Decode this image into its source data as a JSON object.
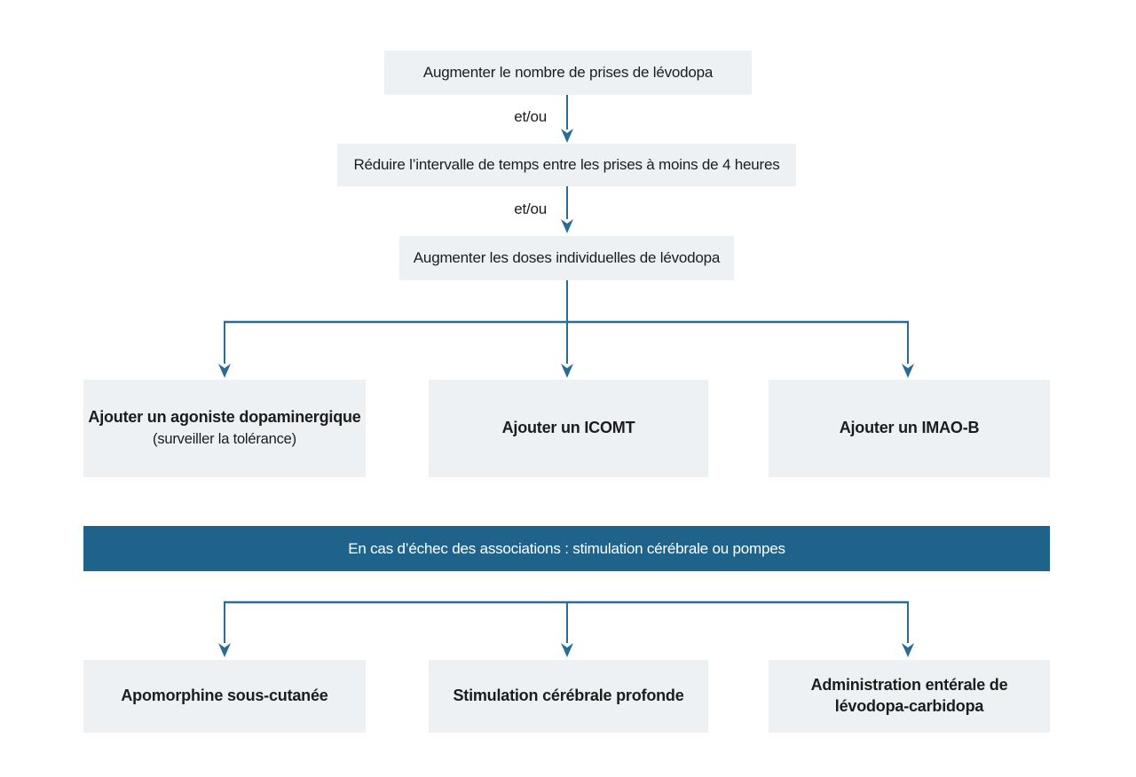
{
  "palette": {
    "background": "#ffffff",
    "box_fill": "#edf1f4",
    "banner_fill": "#20638a",
    "connector": "#2a6c93",
    "text": "#1c1c1c",
    "banner_text": "#ffffff"
  },
  "flow": {
    "step1": "Augmenter le nombre de prises de lévodopa",
    "operator1": "et/ou",
    "step2": "Réduire l’intervalle de temps entre les prises à moins de 4 heures",
    "operator2": "et/ou",
    "step3": "Augmenter les doses individuelles de lévodopa",
    "options": [
      {
        "title": "Ajouter un agoniste dopaminergique",
        "note": "(surveiller la tolérance)"
      },
      {
        "title": "Ajouter un ICOMT"
      },
      {
        "title": "Ajouter un IMAO-B"
      }
    ],
    "banner": "En cas d’échec des associations : stimulation cérébrale ou pompes",
    "escalation_options": [
      {
        "title": "Apomorphine sous-cutanée"
      },
      {
        "title": "Stimulation cérébrale profonde"
      },
      {
        "title": "Administration entérale de lévodopa-carbidopa"
      }
    ]
  }
}
